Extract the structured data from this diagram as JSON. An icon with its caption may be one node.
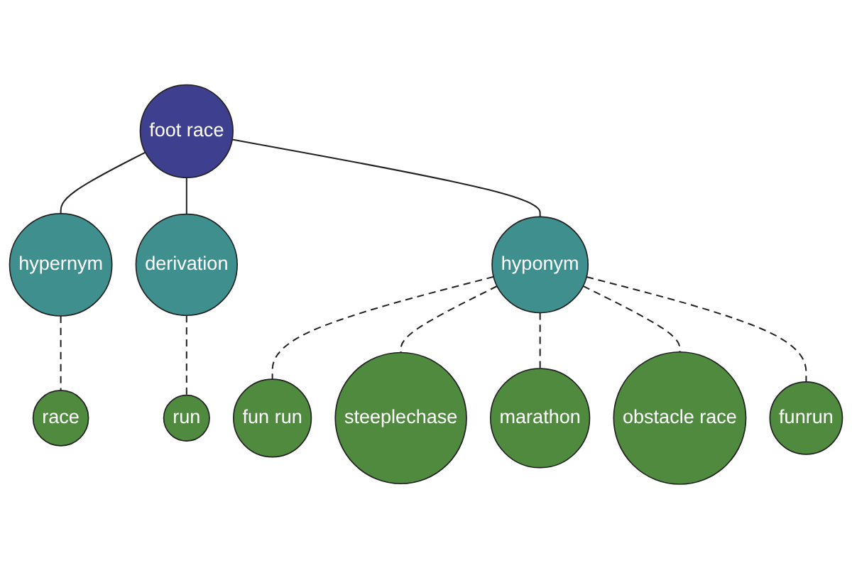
{
  "diagram": {
    "nodes": [
      {
        "text": [
          "race"
        ]
      },
      {
        "text": [
          "hypernym"
        ]
      },
      {
        "text": [
          "derivation"
        ]
      },
      {
        "text": [
          "foot race"
        ]
      },
      {
        "text": [
          "fun run"
        ]
      },
      {
        "text": [
          "run"
        ]
      },
      {
        "text": [
          "steeplechase"
        ]
      },
      {
        "text": [
          "hyponym"
        ]
      },
      {
        "text": [
          "funrun"
        ]
      },
      {
        "text": [
          "marathon"
        ]
      },
      {
        "text": [
          "obstacle race"
        ]
      }
    ],
    "edges": [
      {
        "from": 3,
        "to": 1,
        "arrow": "none"
      },
      {
        "from": 1,
        "to": 0,
        "arrow": "none",
        "style": "dashed"
      },
      {
        "from": 3,
        "to": 2,
        "arrow": "none"
      },
      {
        "from": 2,
        "to": 5,
        "arrow": "none",
        "style": "dashed"
      },
      {
        "from": 3,
        "to": 7,
        "arrow": "none"
      },
      {
        "from": 7,
        "to": 4,
        "arrow": "none",
        "style": "dashed"
      },
      {
        "from": 7,
        "to": 6,
        "arrow": "none",
        "style": "dashed"
      },
      {
        "from": 7,
        "to": 9,
        "arrow": "none",
        "style": "dashed"
      },
      {
        "from": 7,
        "to": 10,
        "arrow": "none",
        "style": "dashed"
      },
      {
        "from": 7,
        "to": 8,
        "arrow": "none",
        "style": "dashed"
      }
    ]
  }
}
